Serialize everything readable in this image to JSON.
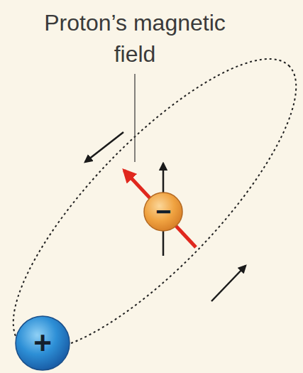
{
  "diagram": {
    "nodes": [
      {
        "text": [
          "+"
        ]
      },
      {
        "text": [
          "−"
        ]
      }
    ],
    "labels": [
      "Proton’s magnetic field"
    ]
  }
}
